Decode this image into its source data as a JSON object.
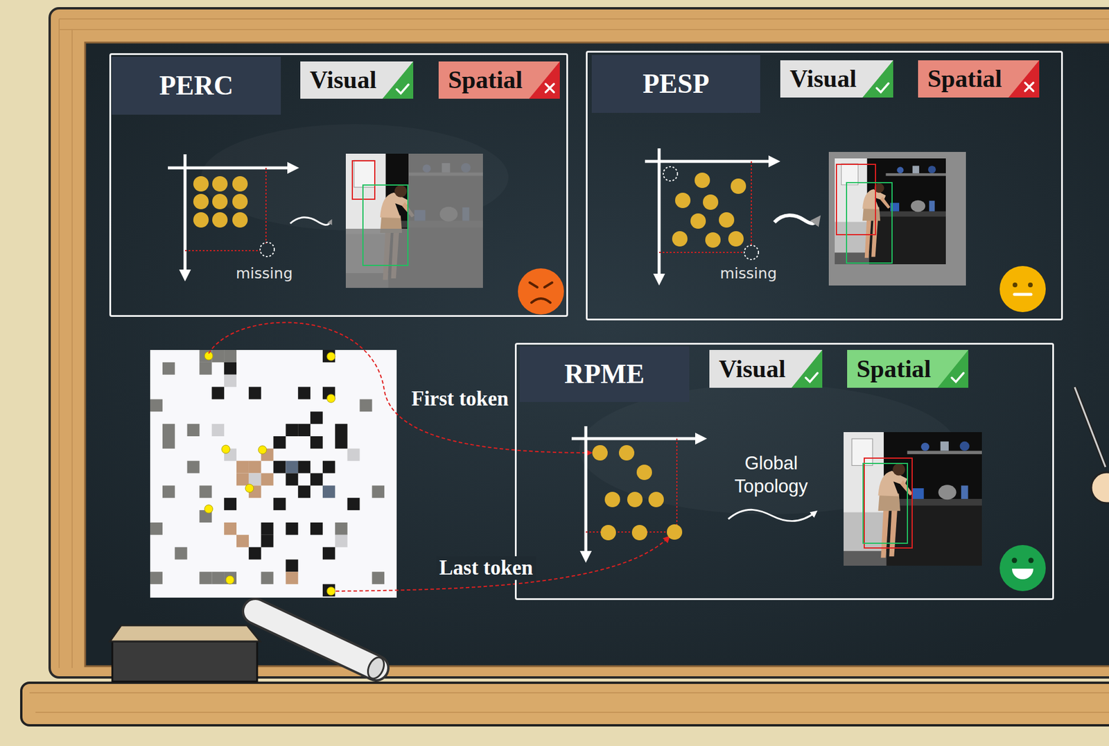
{
  "diagram": {
    "nodes": [
      {
        "text": [
          "PERC"
        ]
      },
      {
        "text": [
          "Visual"
        ],
        "in": 0
      },
      {
        "text": [
          "Spatial"
        ],
        "in": 0
      },
      {
        "text": [
          "PESP"
        ]
      },
      {
        "text": [
          "Visual"
        ],
        "in": 3
      },
      {
        "text": [
          "Spatial"
        ],
        "in": 3
      },
      {
        "text": [
          "RPME"
        ]
      },
      {
        "text": [
          "Visual"
        ],
        "in": 6
      },
      {
        "text": [
          "Spatial"
        ],
        "in": 6
      }
    ],
    "labels": [
      "missing",
      "missing",
      "First token",
      "Global Topology",
      "Last token"
    ]
  }
}
